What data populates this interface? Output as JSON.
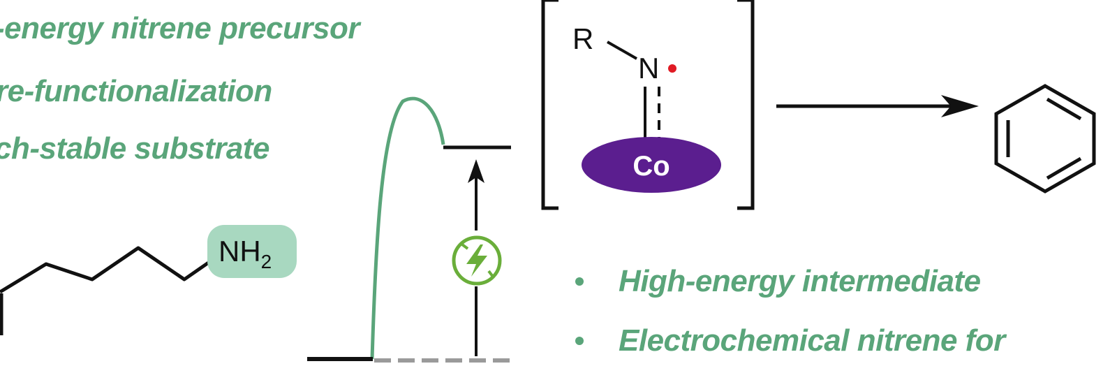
{
  "left_bullets": [
    "-energy nitrene precursor",
    "re-functionalization",
    "ch-stable substrate"
  ],
  "right_bullets": [
    "High-energy intermediate",
    "Electrochemical nitrene for"
  ],
  "substrate_label": {
    "amine_main": "NH",
    "amine_sub": "2"
  },
  "intermediate": {
    "r_group": "R",
    "nitrogen": "N",
    "metal": "Co"
  },
  "colors": {
    "accent_green": "#5aa57a",
    "highlight_green": "#a8d8c0",
    "cobalt_purple": "#5b1e8f",
    "radical_red": "#e01b24",
    "electro_green": "#6aae3a"
  },
  "icons": [
    "electrochemistry-plug-icon",
    "radical-dot-icon",
    "reaction-arrow-icon"
  ]
}
